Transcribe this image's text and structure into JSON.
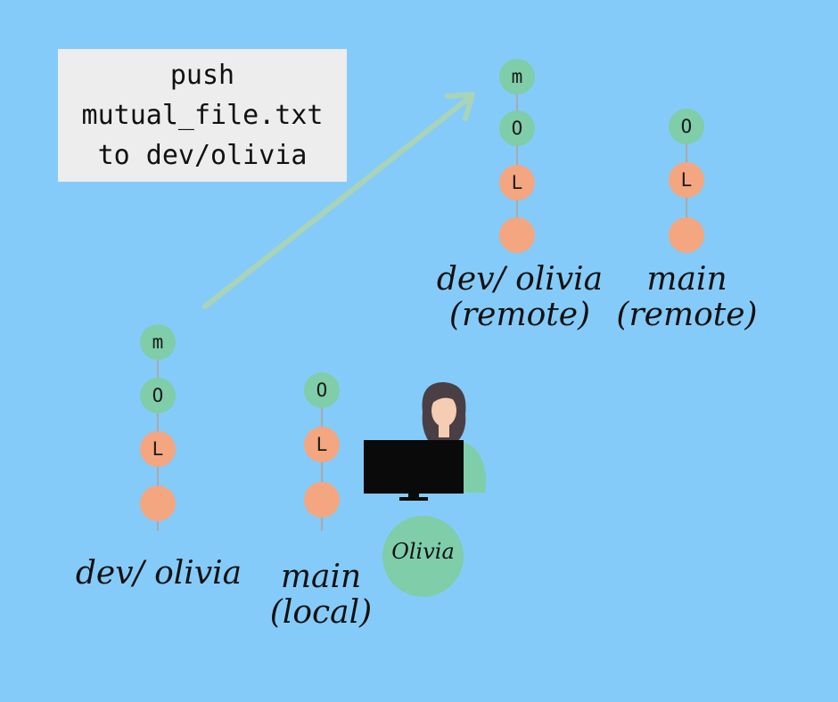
{
  "note": {
    "lines": [
      "push",
      "mutual_file.txt",
      "to dev/olivia"
    ]
  },
  "colors": {
    "background": "#85cbf9",
    "note_background": "#ededed",
    "node_green": "#7fcda9",
    "node_orange": "#f3a67f",
    "arrow": "#a9d4b8"
  },
  "branches": {
    "local_dev": {
      "label_lines": [
        "dev/ olivia"
      ],
      "nodes": [
        {
          "label": "m",
          "color": "green"
        },
        {
          "label": "O",
          "color": "green"
        },
        {
          "label": "L",
          "color": "orange"
        },
        {
          "label": "",
          "color": "orange"
        }
      ]
    },
    "local_main": {
      "label_lines": [
        "main",
        "(local)"
      ],
      "nodes": [
        {
          "label": "O",
          "color": "green"
        },
        {
          "label": "L",
          "color": "orange"
        },
        {
          "label": "",
          "color": "orange"
        }
      ]
    },
    "remote_dev": {
      "label_lines": [
        "dev/ olivia",
        "(remote)"
      ],
      "nodes": [
        {
          "label": "m",
          "color": "green"
        },
        {
          "label": "O",
          "color": "green"
        },
        {
          "label": "L",
          "color": "orange"
        },
        {
          "label": "",
          "color": "orange"
        }
      ]
    },
    "remote_main": {
      "label_lines": [
        "main",
        "(remote)"
      ],
      "nodes": [
        {
          "label": "O",
          "color": "green"
        },
        {
          "label": "L",
          "color": "orange"
        },
        {
          "label": "",
          "color": "orange"
        }
      ]
    }
  },
  "avatar": {
    "name": "Olivia"
  }
}
